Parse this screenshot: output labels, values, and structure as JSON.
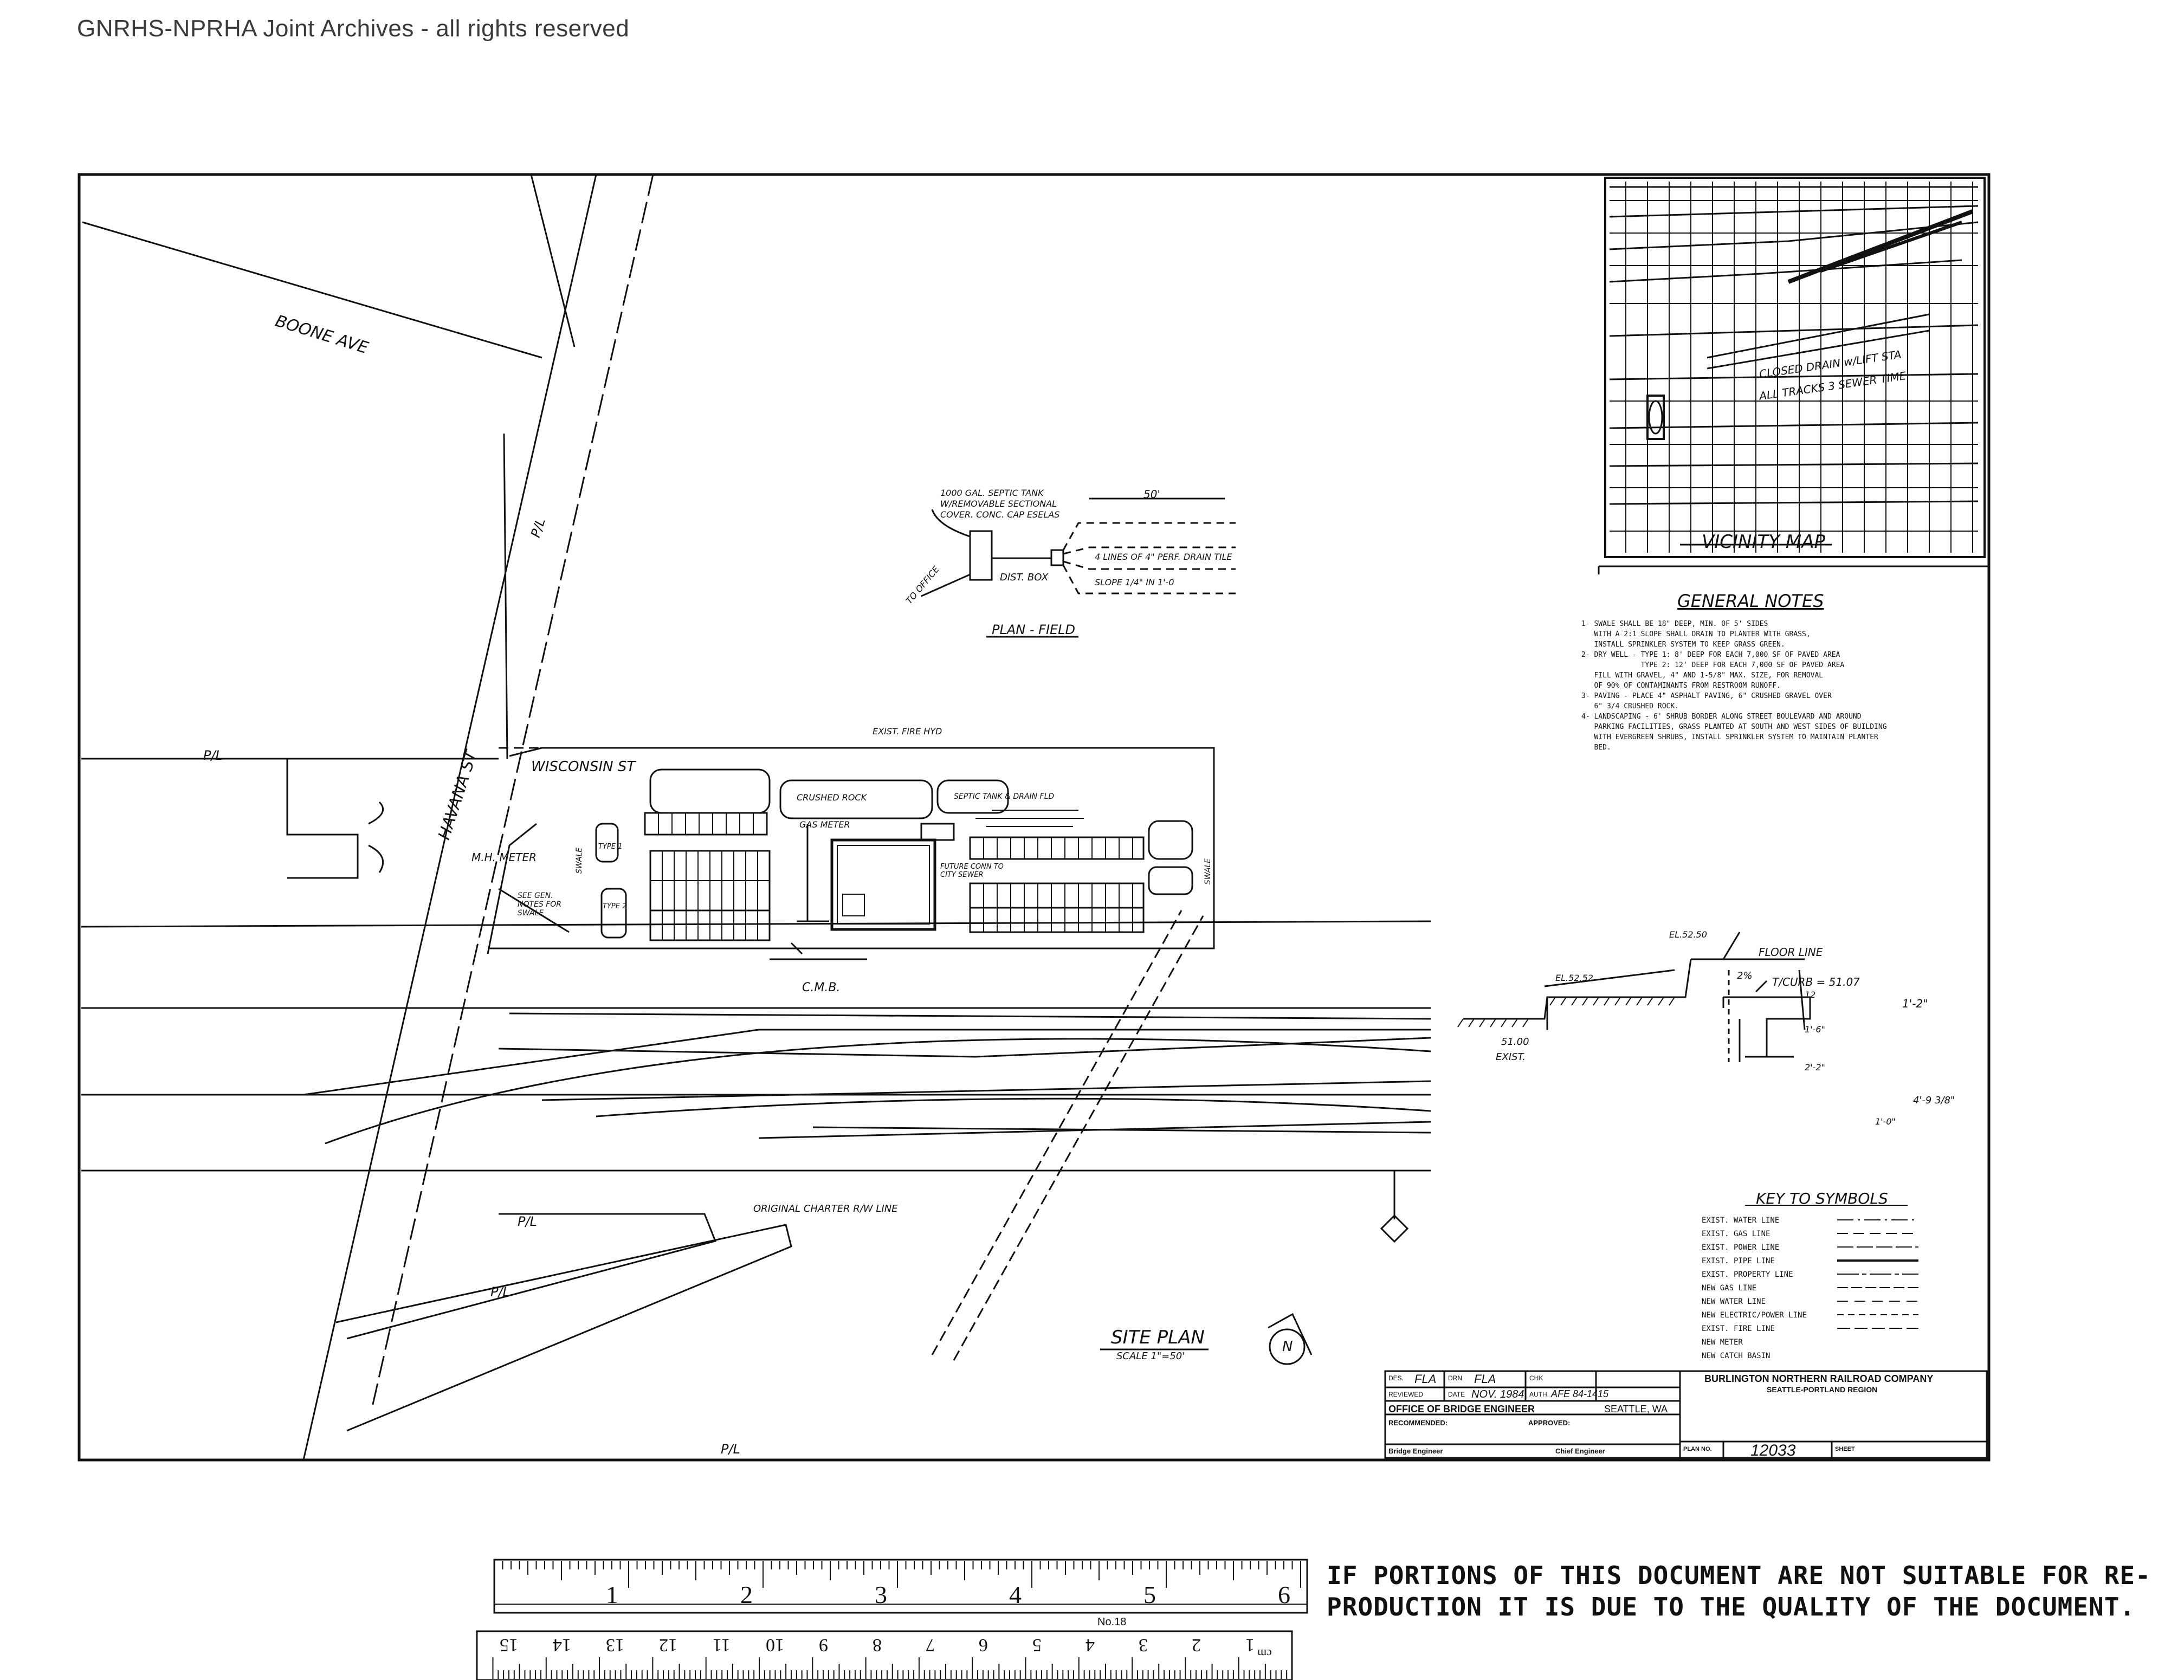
{
  "watermark": "GNRHS-NPRHA Joint Archives - all rights reserved",
  "streets": {
    "boone": "BOONE AVE",
    "havana": "HAVANA ST",
    "wisconsin": "WISCONSIN ST",
    "pl": "P/L",
    "cmb": "C.M.B."
  },
  "drain_field": {
    "tank_note_1": "1000 GAL. SEPTIC TANK",
    "tank_note_2": "W/REMOVABLE SECTIONAL",
    "tank_note_3": "COVER. CONC. CAP ESELAS",
    "to_office": "TO OFFICE",
    "dist_box": "DIST. BOX",
    "lines": "4 LINES OF 4\" PERF. DRAIN TILE",
    "slope": "SLOPE 1/4\" IN 1'-0",
    "width": "50'",
    "title": "PLAN - FIELD"
  },
  "site": {
    "meter": "M.H. METER",
    "see_gen": "SEE GEN. NOTES FOR SWALE",
    "type1": "TYPE 1",
    "type2": "TYPE 2",
    "gas_meter": "GAS METER",
    "crushed_rock": "CRUSHED ROCK",
    "septic": "SEPTIC TANK & DRAIN FLD",
    "future_conn": "FUTURE CONN TO CITY SEWER",
    "fire_hyd": "EXIST. FIRE HYD",
    "swale": "SWALE",
    "original_charter": "ORIGINAL CHARTER R/W LINE",
    "title": "SITE PLAN",
    "scale": "SCALE 1\"=50'",
    "north": "N"
  },
  "vicinity_map": {
    "title": "VICINITY MAP",
    "note1": "CLOSED DRAIN w/LIFT STA",
    "note2": "ALL TRACKS 3 SEWER TIME"
  },
  "general_notes": {
    "title": "GENERAL NOTES",
    "lines": [
      "1- SWALE SHALL BE 18\" DEEP, MIN. OF 5' SIDES",
      "   WITH A 2:1 SLOPE SHALL DRAIN TO PLANTER WITH GRASS,",
      "   INSTALL SPRINKLER SYSTEM TO KEEP GRASS GREEN.",
      "2- DRY WELL - TYPE 1: 8' DEEP FOR EACH 7,000 SF OF PAVED AREA",
      "              TYPE 2: 12' DEEP FOR EACH 7,000 SF OF PAVED AREA",
      "   FILL WITH GRAVEL, 4\" AND 1-5/8\" MAX. SIZE, FOR REMOVAL",
      "   OF 90% OF CONTAMINANTS FROM RESTROOM RUNOFF.",
      "3- PAVING - PLACE 4\" ASPHALT PAVING, 6\" CRUSHED GRAVEL OVER",
      "   6\" 3/4 CRUSHED ROCK.",
      "4- LANDSCAPING - 6' SHRUB BORDER ALONG STREET BOULEVARD AND AROUND",
      "   PARKING FACILITIES, GRASS PLANTED AT SOUTH AND WEST SIDES OF BUILDING",
      "   WITH EVERGREEN SHRUBS, INSTALL SPRINKLER SYSTEM TO MAINTAIN PLANTER",
      "   BED."
    ]
  },
  "section_detail": {
    "floor_line": "FLOOR LINE",
    "elev1": "EL.52.50",
    "elev2": "EL.52.52",
    "grade": "2%",
    "top": "T/CURB = 51.07",
    "exist": "EXIST.",
    "elev3": "51.00",
    "d1": "1'-2\"",
    "d2": "1'-6\"",
    "d3": "2'-2\"",
    "d4": "4'-9 3/8\"",
    "d5": "12",
    "d6": "1'-0\""
  },
  "key": {
    "title": "KEY TO SYMBOLS",
    "items": [
      "EXIST. WATER LINE",
      "EXIST. GAS LINE",
      "EXIST. POWER LINE",
      "EXIST. PIPE LINE",
      "EXIST. PROPERTY LINE",
      "NEW GAS LINE",
      "NEW WATER LINE",
      "NEW ELECTRIC/POWER LINE",
      "EXIST. FIRE LINE",
      "NEW METER",
      "NEW CATCH BASIN"
    ]
  },
  "title_block": {
    "des_label": "DES.",
    "des": "FLA",
    "drn_label": "DRN",
    "drn": "FLA",
    "chk_label": "CHK",
    "reviewed_label": "REVIEWED",
    "date_label": "DATE",
    "date": "NOV. 1984",
    "auth_label": "AUTH.",
    "auth": "AFE 84-1415",
    "office": "OFFICE OF BRIDGE ENGINEER",
    "city": "SEATTLE, WA",
    "recommended": "RECOMMENDED:",
    "approved": "APPROVED:",
    "bridge_engineer": "Bridge Engineer",
    "chief_engineer": "Chief Engineer",
    "company": "BURLINGTON NORTHERN RAILROAD COMPANY",
    "region": "SEATTLE-PORTLAND REGION",
    "plan_no_label": "PLAN NO.",
    "plan_no": "12033",
    "sheet_label": "SHEET"
  },
  "disclaimer": {
    "line1": "IF PORTIONS OF THIS DOCUMENT ARE NOT SUITABLE FOR RE-",
    "line2": "PRODUCTION IT IS DUE TO THE QUALITY OF THE DOCUMENT."
  },
  "ruler": {
    "inches": [
      "1",
      "2",
      "3",
      "4",
      "5",
      "6"
    ],
    "cm": [
      "1",
      "2",
      "3",
      "4",
      "5",
      "6",
      "7",
      "8",
      "9",
      "10",
      "11",
      "12",
      "13",
      "14",
      "15"
    ],
    "cm_unit": "cm",
    "model": "No.18"
  }
}
